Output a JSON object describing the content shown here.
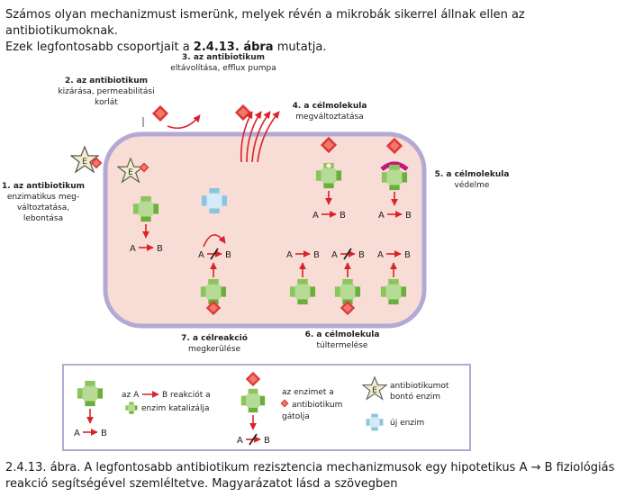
{
  "intro": {
    "line1": "Számos olyan mechanizmust ismerünk, melyek révén a mikrobák sikerrel állnak ellen az antibiotikumoknak.",
    "line2_pre": "Ezek legfontosabb csoportjait a ",
    "line2_bold": "2.4.13. ábra",
    "line2_post": " mutatja."
  },
  "labels": {
    "l1": [
      "1. az antibiotikum",
      "enzimatikus meg-",
      "változtatása,",
      "lebontása"
    ],
    "l2": [
      "2. az antibiotikum",
      "kizárása, permeabilitási",
      "korlát"
    ],
    "l3": [
      "3. az antibiotikum",
      "eltávolítása, efflux pumpa"
    ],
    "l4": [
      "4. a célmolekula",
      "megváltoztatása"
    ],
    "l5": [
      "5. a célmolekula",
      "védelme"
    ],
    "l6": [
      "6. a célmolekula",
      "túltermelése"
    ],
    "l7": [
      "7. a célreakció",
      "megkerülése"
    ]
  },
  "enzyme_letter": "E",
  "A": "A",
  "B": "B",
  "legend": {
    "rxn_pre": "az A",
    "rxn_post": "B reakciót a",
    "rxn_line2": "enzim katalizálja",
    "inhib_line1": "az enzimet a",
    "inhib_line2": "antibiotikum",
    "inhib_line3": "gátolja",
    "abenz_line1": "antibiotikumot",
    "abenz_line2": "bontó enzim",
    "new_enzyme": "új enzim"
  },
  "caption": {
    "line1": "2.4.13. ábra. A legfontosabb antibiotikum rezisztencia mechanizmusok egy hipotetikus A → B fiziológiás",
    "line2": "reakció segítségével szemléltetve. Magyarázatot lásd a szövegben"
  },
  "colors": {
    "cell_fill": "#f8ddd6",
    "cell_stroke": "#b3a9d4",
    "enzyme_green": "#6aae3c",
    "enzyme_light": "#c8e3a8",
    "antibiotic_red": "#e0383a",
    "new_enzyme_blue": "#a8d4ea",
    "arrow_red": "#d8232a",
    "protector_magenta": "#c0187c",
    "star_fill": "#f2eccc"
  }
}
